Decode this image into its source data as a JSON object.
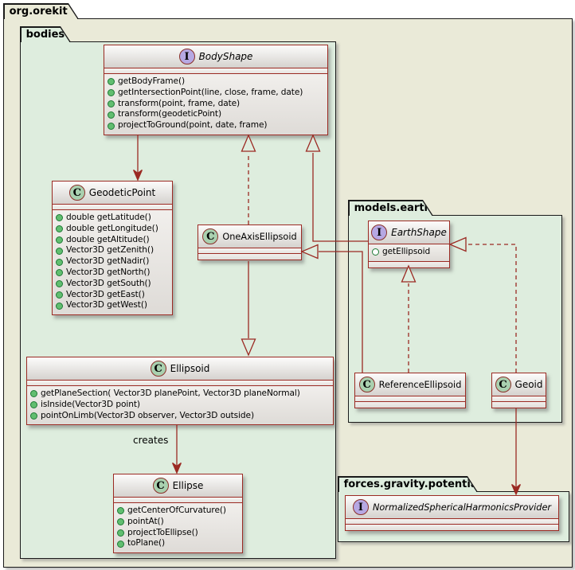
{
  "colors": {
    "line_maroon": "#9B2A23",
    "package_border": "#1A1A1A",
    "outer_package_fill": "#EAEAD8",
    "inner_package_fill": "#DEEDDE",
    "interface_icon_fill": "#B6A8E3",
    "class_icon_fill": "#A9D0AF",
    "method_dot_fill": "#61BE70",
    "method_dot_ring": "#1F7A36"
  },
  "packages": {
    "outer": {
      "label": "org.orekit"
    },
    "bodies": {
      "label": "bodies"
    },
    "models_earth": {
      "label": "models.earth"
    },
    "forces": {
      "label": "forces.gravity.potential"
    }
  },
  "classes": {
    "body_shape": {
      "icon": "I",
      "name": "BodyShape",
      "methods": [
        "getBodyFrame()",
        "getIntersectionPoint(line, close, frame, date)",
        "transform(point, frame, date)",
        "transform(geodeticPoint)",
        "projectToGround(point, date, frame)"
      ]
    },
    "geodetic_point": {
      "icon": "C",
      "name": "GeodeticPoint",
      "methods": [
        "double getLatitude()",
        "double getLongitude()",
        "double getAltitude()",
        "Vector3D getZenith()",
        "Vector3D getNadir()",
        "Vector3D getNorth()",
        "Vector3D getSouth()",
        "Vector3D getEast()",
        "Vector3D getWest()"
      ]
    },
    "one_axis_ellipsoid": {
      "icon": "C",
      "name": "OneAxisEllipsoid"
    },
    "earth_shape": {
      "icon": "I",
      "name": "EarthShape",
      "methods": [
        "getEllipsoid"
      ]
    },
    "ellipsoid": {
      "icon": "C",
      "name": "Ellipsoid",
      "methods": [
        "getPlaneSection( Vector3D planePoint, Vector3D planeNormal)",
        "isInside(Vector3D point)",
        "pointOnLimb(Vector3D observer, Vector3D outside)"
      ]
    },
    "reference_ellipsoid": {
      "icon": "C",
      "name": "ReferenceEllipsoid"
    },
    "geoid": {
      "icon": "C",
      "name": "Geoid"
    },
    "ellipse": {
      "icon": "C",
      "name": "Ellipse",
      "methods": [
        "getCenterOfCurvature()",
        "pointAt()",
        "projectToEllipse()",
        "toPlane()"
      ]
    },
    "nshp": {
      "icon": "I",
      "name": "NormalizedSphericalHarmonicsProvider"
    }
  },
  "edges": {
    "creates_label": "creates"
  }
}
